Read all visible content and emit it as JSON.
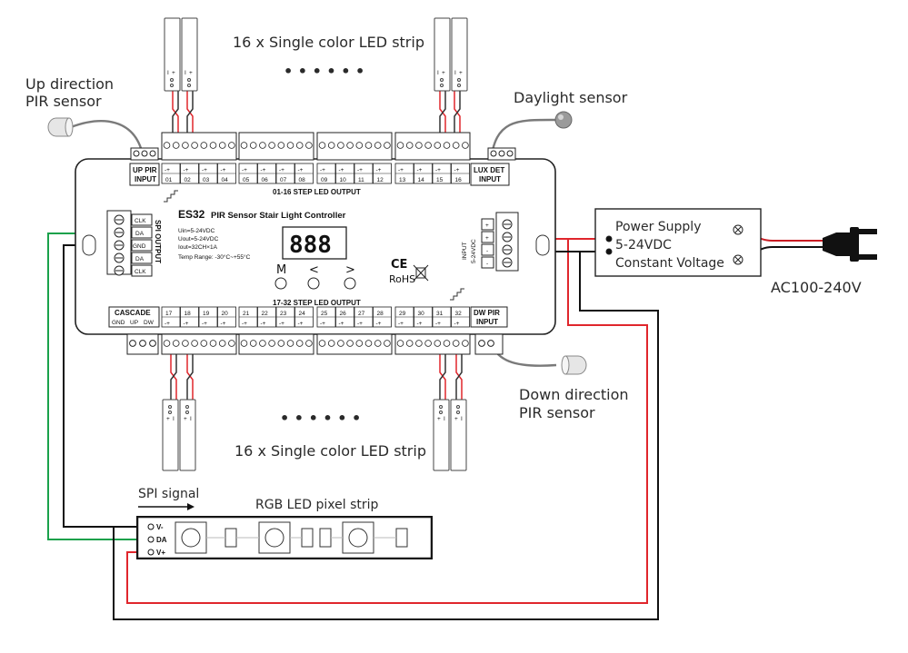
{
  "labels": {
    "top_strip": "16 x Single color LED strip",
    "bottom_strip": "16 x Single color LED strip",
    "dots": "• • • • • •",
    "up_pir_line1": "Up direction",
    "up_pir_line2": "PIR sensor",
    "daylight": "Daylight sensor",
    "down_pir_line1": "Down direction",
    "down_pir_line2": "PIR sensor",
    "ac": "AC100-240V",
    "spi_signal": "SPI signal",
    "rgb_strip": "RGB LED pixel strip"
  },
  "power_supply": {
    "line1": "Power Supply",
    "line2": "5-24VDC",
    "line3": "Constant Voltage"
  },
  "controller": {
    "model": "ES32",
    "name": "PIR Sensor Stair Light Controller",
    "spec1": "Uin=5-24VDC",
    "spec2": "Uout=5-24VDC",
    "spec3": "Iout=32CH×1A",
    "spec4": "Temp Range: -30°C~+55°C",
    "display": "888",
    "btn_m": "M",
    "btn_left": "<",
    "btn_right": ">",
    "ce": "CE",
    "rohs": "RoHS",
    "up_pir1": "UP PIR",
    "up_pir2": "INPUT",
    "lux1": "LUX DET",
    "lux2": "INPUT",
    "dw_pir1": "DW PIR",
    "dw_pir2": "INPUT",
    "cascade": "CASCADE",
    "cascade_pins": [
      "GND",
      "UP",
      "DW"
    ],
    "top_out": "01-16 STEP LED OUTPUT",
    "bottom_out": "17-32 STEP LED OUTPUT",
    "top_channels": [
      "01",
      "02",
      "03",
      "04",
      "05",
      "06",
      "07",
      "08",
      "09",
      "10",
      "11",
      "12",
      "13",
      "14",
      "15",
      "16"
    ],
    "bottom_channels": [
      "17",
      "18",
      "19",
      "20",
      "21",
      "22",
      "23",
      "24",
      "25",
      "26",
      "27",
      "28",
      "29",
      "30",
      "31",
      "32"
    ],
    "polarity": "-+",
    "spi_title": "SPI OUTPUT",
    "spi_pins": [
      "CLK",
      "DA",
      "GND",
      "DA",
      "CLK"
    ],
    "input_title1": "INPUT",
    "input_title2": "5-24VDC",
    "input_pins": [
      "+",
      "+",
      "-",
      "-"
    ]
  },
  "strip_pins": [
    "V-",
    "DA",
    "V+"
  ],
  "strip_marks": [
    "+",
    "I",
    "+",
    "I"
  ],
  "colors": {
    "red_wire": "#e0262c",
    "green_wire": "#1aa14b",
    "black_wire": "#111111",
    "gray_cable": "#7a7a7a"
  }
}
